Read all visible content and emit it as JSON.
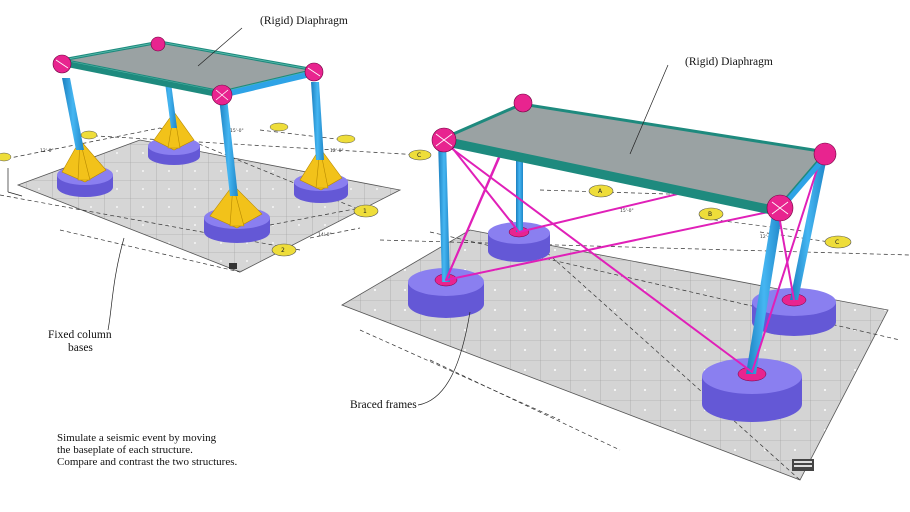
{
  "labels": {
    "diaphragm_left": "(Rigid) Diaphragm",
    "diaphragm_right": "(Rigid) Diaphragm",
    "fixed_bases_line1": "Fixed column",
    "fixed_bases_line2": "bases",
    "braced_frames": "Braced frames"
  },
  "instructions": [
    "Simulate a seismic event by moving",
    "the baseplate of each structure.",
    "Compare and contrast the two structures."
  ],
  "grid_tags": {
    "left": [
      "1",
      "2",
      "C"
    ],
    "right": [
      "A",
      "B",
      "C"
    ]
  },
  "colors": {
    "column": "#2ea3e6",
    "footing": "#7b6fe8",
    "footing_side": "#6458d6",
    "diaphragm": "#9aa2a3",
    "diaphragm_edge": "#1e8a7e",
    "brace": "#e020b8",
    "gusset": "#f2c21a",
    "connection": "#e8248f",
    "grid_tag": "#eedd3a",
    "base_grid": "#d9d9d9"
  }
}
